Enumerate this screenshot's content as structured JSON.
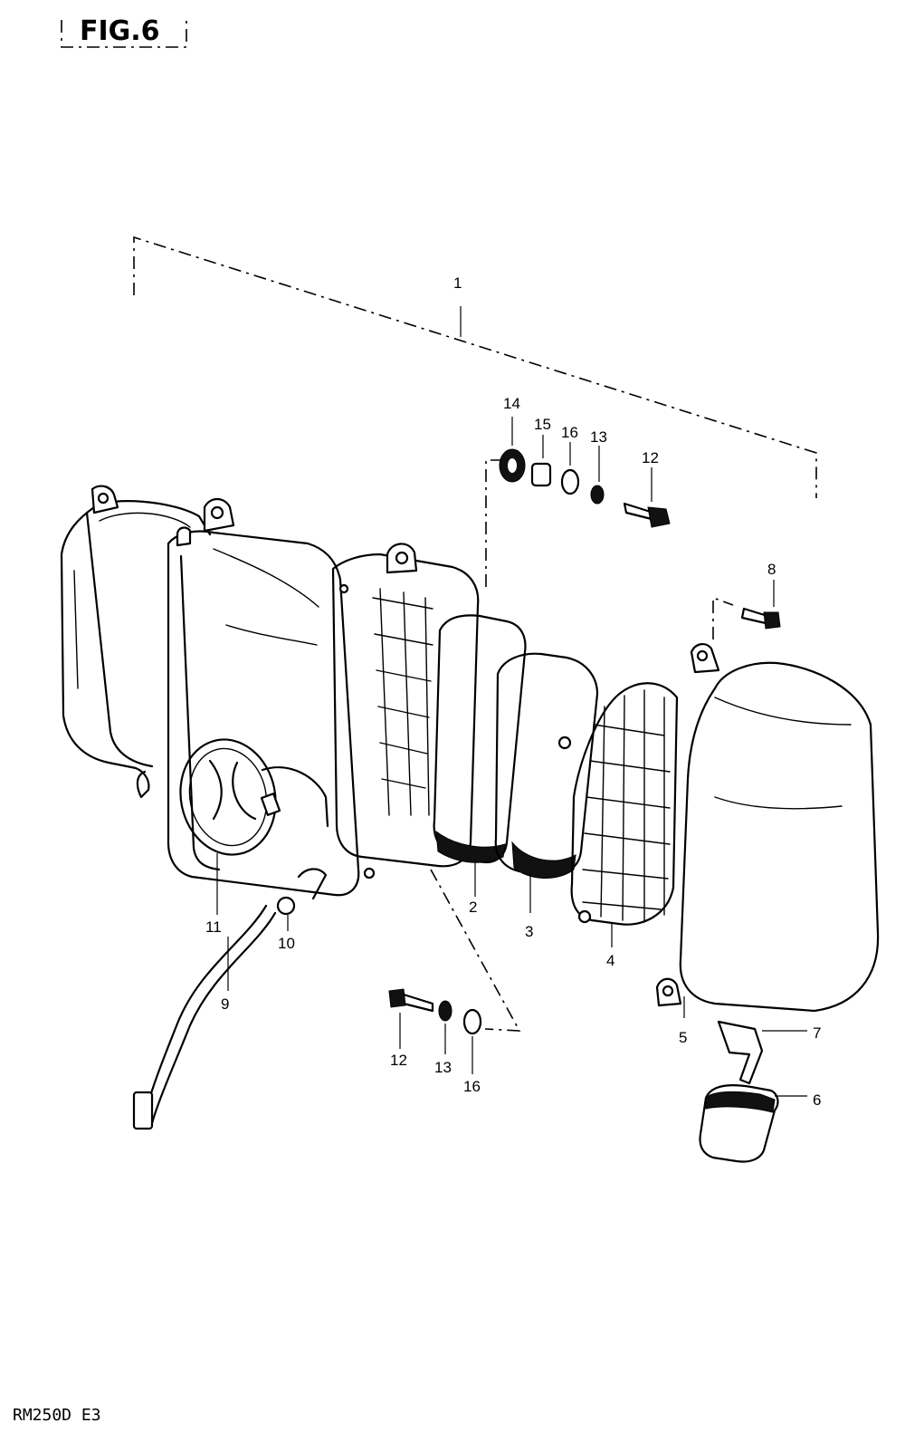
{
  "figure": {
    "title": "FIG.6",
    "model": "RM250D  E3"
  },
  "callouts": {
    "p1": "1",
    "p2": "2",
    "p3": "3",
    "p4": "4",
    "p5": "5",
    "p6": "6",
    "p7": "7",
    "p8": "8",
    "p9": "9",
    "p10": "10",
    "p11": "11",
    "p12a": "12",
    "p13a": "13",
    "p14": "14",
    "p15": "15",
    "p16a": "16",
    "p12b": "12",
    "p13b": "13",
    "p16b": "16"
  }
}
